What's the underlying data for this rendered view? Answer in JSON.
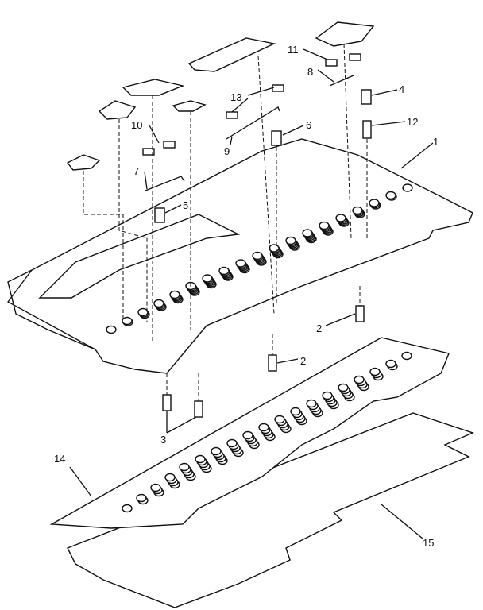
{
  "diagram": {
    "title": "Keyboard assembly exploded view",
    "callouts": [
      {
        "id": "c11",
        "text": "11"
      },
      {
        "id": "c8",
        "text": "8"
      },
      {
        "id": "c4",
        "text": "4"
      },
      {
        "id": "c12",
        "text": "12"
      },
      {
        "id": "c1",
        "text": "1"
      },
      {
        "id": "c13",
        "text": "13"
      },
      {
        "id": "c6",
        "text": "6"
      },
      {
        "id": "c9",
        "text": "9"
      },
      {
        "id": "c10",
        "text": "10"
      },
      {
        "id": "c7",
        "text": "7"
      },
      {
        "id": "c5",
        "text": "5"
      },
      {
        "id": "c2a",
        "text": "2"
      },
      {
        "id": "c2b",
        "text": "2"
      },
      {
        "id": "c3",
        "text": "3"
      },
      {
        "id": "c14",
        "text": "14"
      },
      {
        "id": "c15",
        "text": "15"
      }
    ],
    "colors": {
      "ink": "#111111",
      "paper": "#ffffff"
    }
  }
}
